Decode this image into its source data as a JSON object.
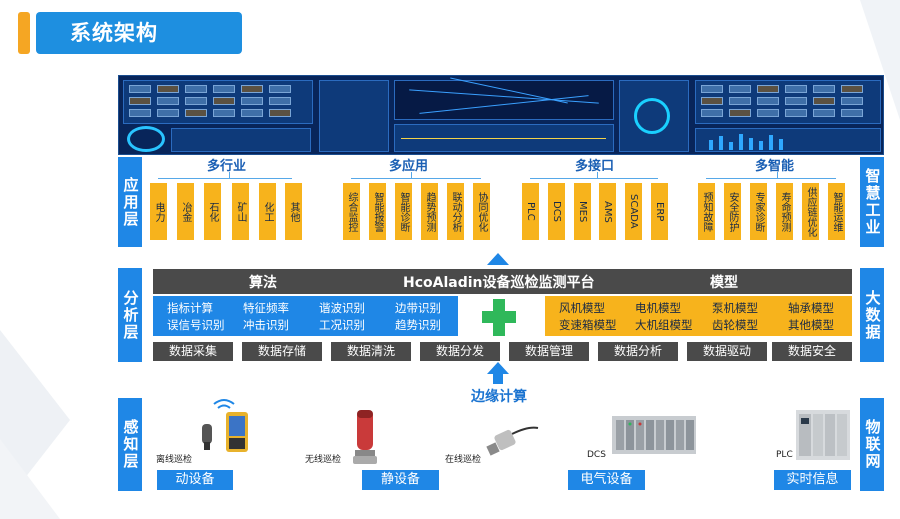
{
  "header": {
    "title": "系统架构"
  },
  "side_labels": {
    "left": [
      "应用层",
      "分析层",
      "感知层"
    ],
    "right": [
      "智慧工业",
      "大数据",
      "物联网"
    ]
  },
  "application": {
    "groups": [
      {
        "title": "多行业",
        "items": [
          "电力",
          "冶金",
          "石化",
          "矿山",
          "化工",
          "其他"
        ]
      },
      {
        "title": "多应用",
        "items": [
          "综合监控",
          "智能报警",
          "智能诊断",
          "趋势预测",
          "联动分析",
          "协同优化"
        ]
      },
      {
        "title": "多接口",
        "items": [
          "PLC",
          "DCS",
          "MES",
          "AMS",
          "SCADA",
          "ERP"
        ]
      },
      {
        "title": "多智能",
        "items": [
          "预知故障",
          "安全防护",
          "专家诊断",
          "寿命预测",
          "供应链优化",
          "智能运维"
        ]
      }
    ]
  },
  "analysis": {
    "platform": {
      "left": "算法",
      "center": "HcoAladin设备巡检监测平台",
      "right": "模型"
    },
    "algorithms": [
      [
        "指标计算",
        "特征频率",
        "谐波识别",
        "边带识别"
      ],
      [
        "误信号识别",
        "冲击识别",
        "工况识别",
        "趋势识别"
      ]
    ],
    "models": [
      [
        "风机模型",
        "电机模型",
        "泵机模型",
        "轴承模型"
      ],
      [
        "变速箱模型",
        "大机组模型",
        "齿轮模型",
        "其他模型"
      ]
    ],
    "data_ops": [
      "数据采集",
      "数据存储",
      "数据清洗",
      "数据分发",
      "数据管理",
      "数据分析",
      "数据驱动",
      "数据安全"
    ]
  },
  "edge": {
    "label": "边缘计算"
  },
  "perception": {
    "captions": {
      "offline": "离线巡检",
      "wireless": "无线巡检",
      "online": "在线巡检",
      "dcs": "DCS",
      "plc": "PLC"
    },
    "labels": [
      "动设备",
      "静设备",
      "电气设备",
      "实时信息"
    ]
  },
  "colors": {
    "blue": "#1f87e6",
    "yellow": "#f7b31c",
    "dark": "#4a4a4a",
    "green": "#2fb85a",
    "accent": "#f5a623"
  }
}
